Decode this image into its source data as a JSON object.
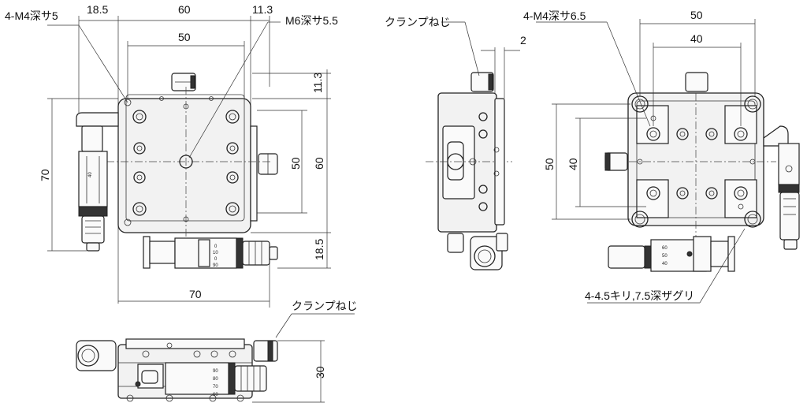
{
  "top_view": {
    "dims": {
      "d_18_5_top": "18.5",
      "d_60_top": "60",
      "d_11_3_top": "11.3",
      "d_50_top": "50",
      "d_11_3_right": "11.3",
      "d_50_right": "50",
      "d_60_right": "60",
      "d_18_5_right": "18.5",
      "d_70_left": "70",
      "d_70_bottom": "70"
    },
    "callouts": {
      "tap_holes": "4-M4深サ5",
      "center_tap": "M6深サ5.5"
    },
    "micrometer_scale": [
      "0",
      "10",
      "0",
      "90"
    ]
  },
  "side_view": {
    "callouts": {
      "clamp_screw": "クランプねじ"
    },
    "dims": {
      "d_2": "2"
    }
  },
  "bottom_view": {
    "callouts": {
      "tap_holes": "4-M4深サ6.5",
      "counterbore": "4-4.5キリ,7.5深ザグリ"
    },
    "dims": {
      "d_50_top": "50",
      "d_40_top": "40",
      "d_50_left": "50",
      "d_40_left": "40"
    },
    "micrometer_scale": [
      "60",
      "50",
      "40"
    ]
  },
  "front_view": {
    "callouts": {
      "clamp_screw": "クランプねじ"
    },
    "dims": {
      "d_30": "30"
    },
    "micrometer_scale": [
      "90",
      "80",
      "70",
      "60"
    ]
  }
}
